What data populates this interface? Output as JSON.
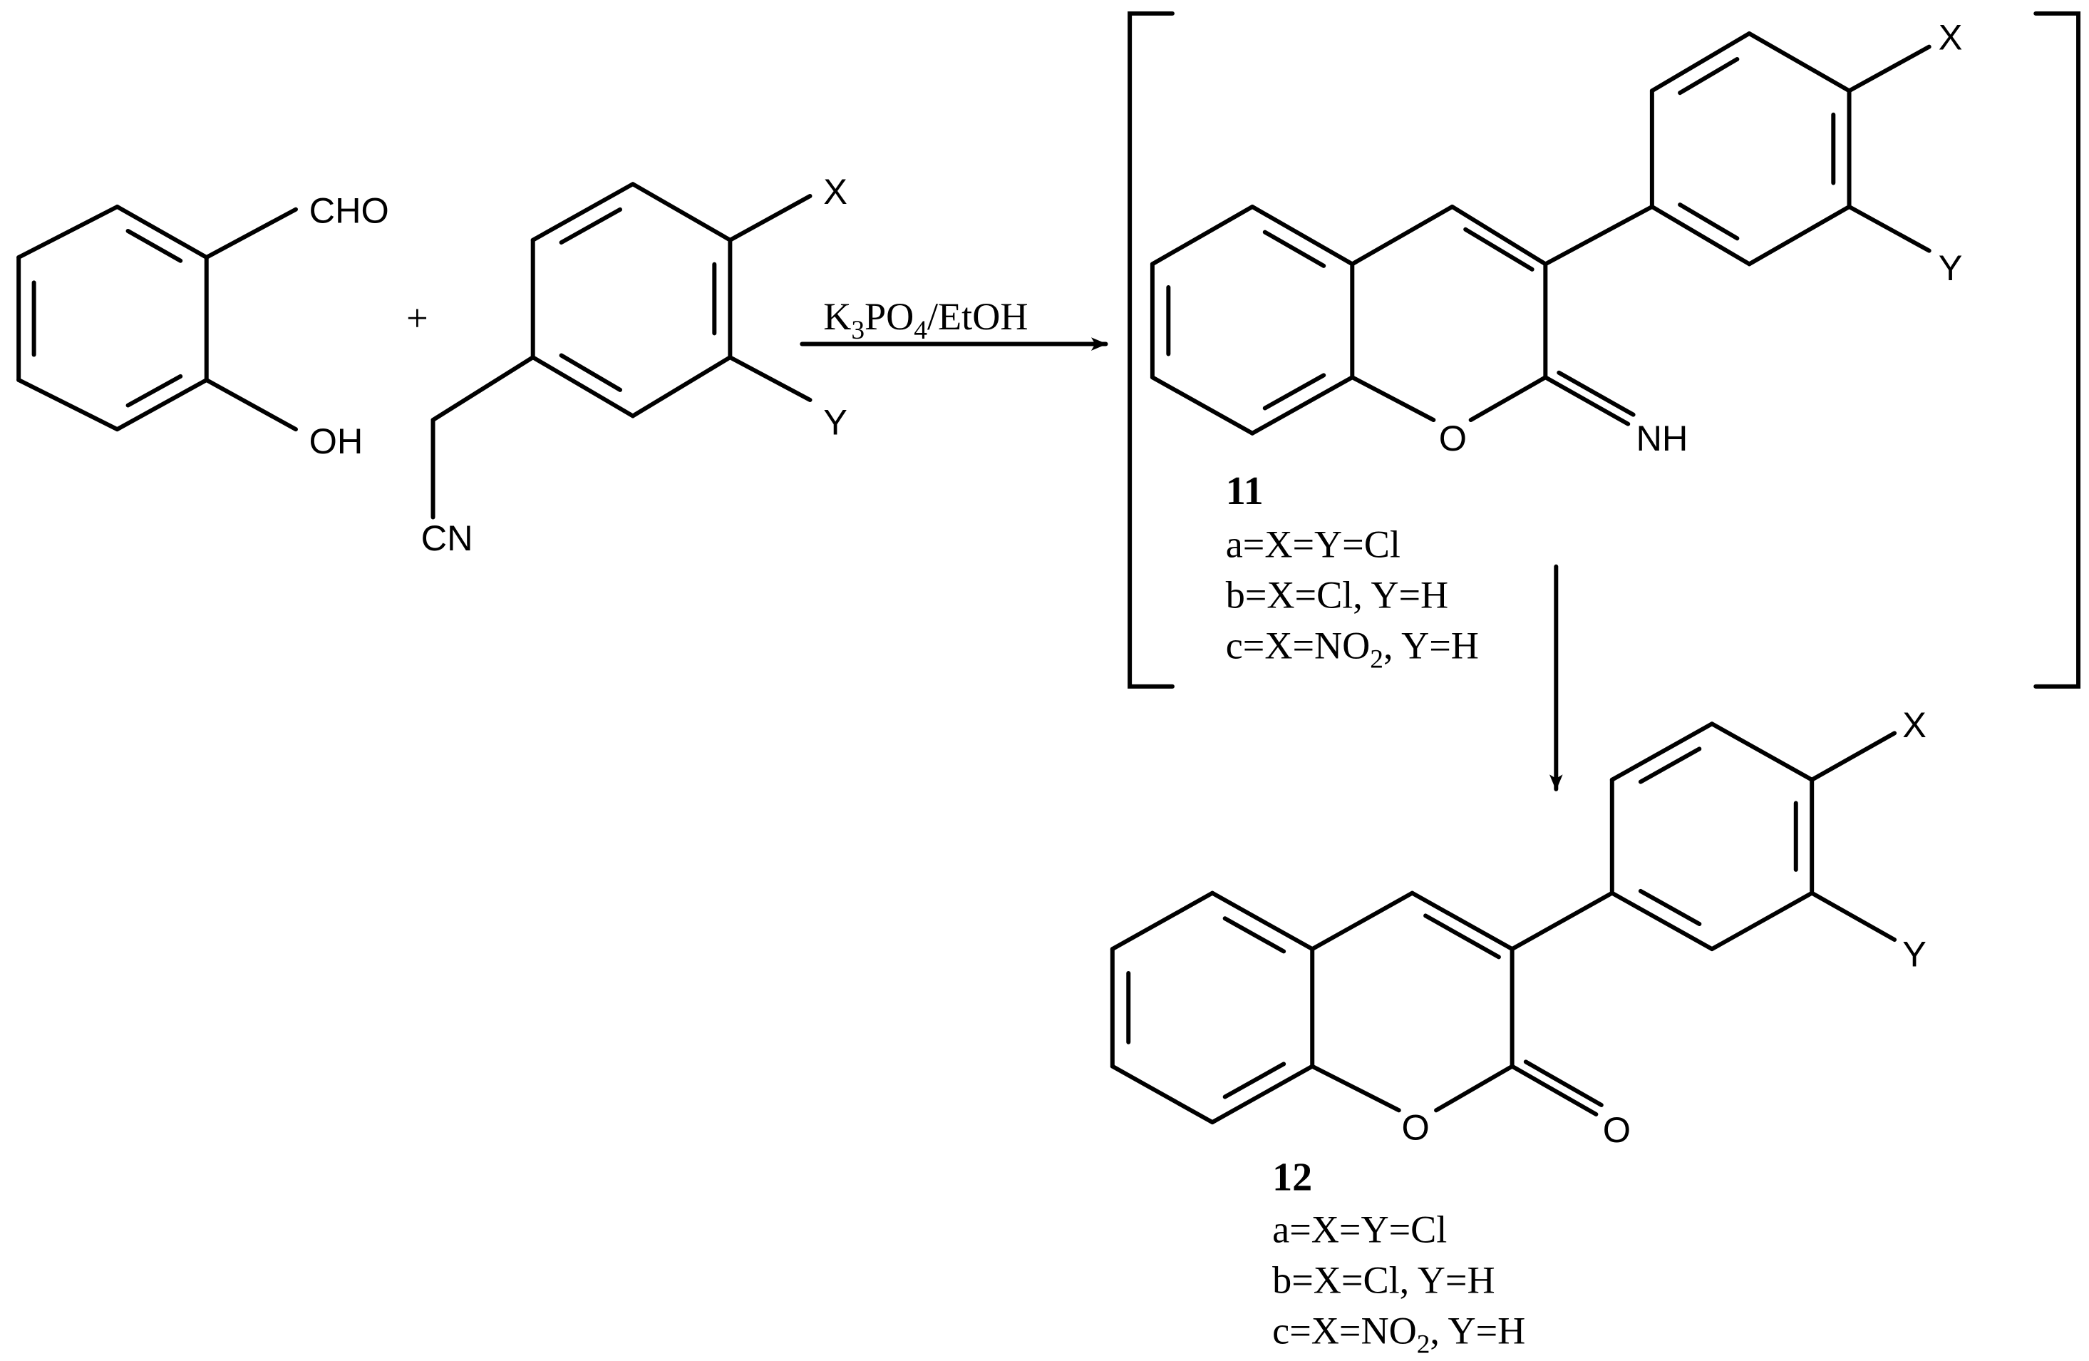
{
  "reactant1": {
    "substituent_top": "CHO",
    "substituent_bottom": "OH"
  },
  "plus": "+",
  "reactant2": {
    "x": "X",
    "y": "Y",
    "nitrile": "CN"
  },
  "reagent": {
    "k": "K",
    "k_sub": "3",
    "po": "PO",
    "po_sub": "4",
    "rest": "/EtOH"
  },
  "intermediate": {
    "x": "X",
    "y": "Y",
    "o": "O",
    "nh": "NH",
    "number": "11",
    "variants": [
      {
        "main": "a=X=Y=Cl",
        "sub": "",
        "tail": ""
      },
      {
        "main": "b=X=Cl, Y=H",
        "sub": "",
        "tail": ""
      },
      {
        "main": "c=X=NO",
        "sub": "2",
        "tail": ", Y=H"
      }
    ]
  },
  "product": {
    "x": "X",
    "y": "Y",
    "o": "O",
    "carbonyl_o": "O",
    "number": "12",
    "variants": [
      {
        "main": "a=X=Y=Cl",
        "sub": "",
        "tail": ""
      },
      {
        "main": "b=X=Cl, Y=H",
        "sub": "",
        "tail": ""
      },
      {
        "main": "c=X=NO",
        "sub": "2",
        "tail": ", Y=H"
      }
    ]
  }
}
